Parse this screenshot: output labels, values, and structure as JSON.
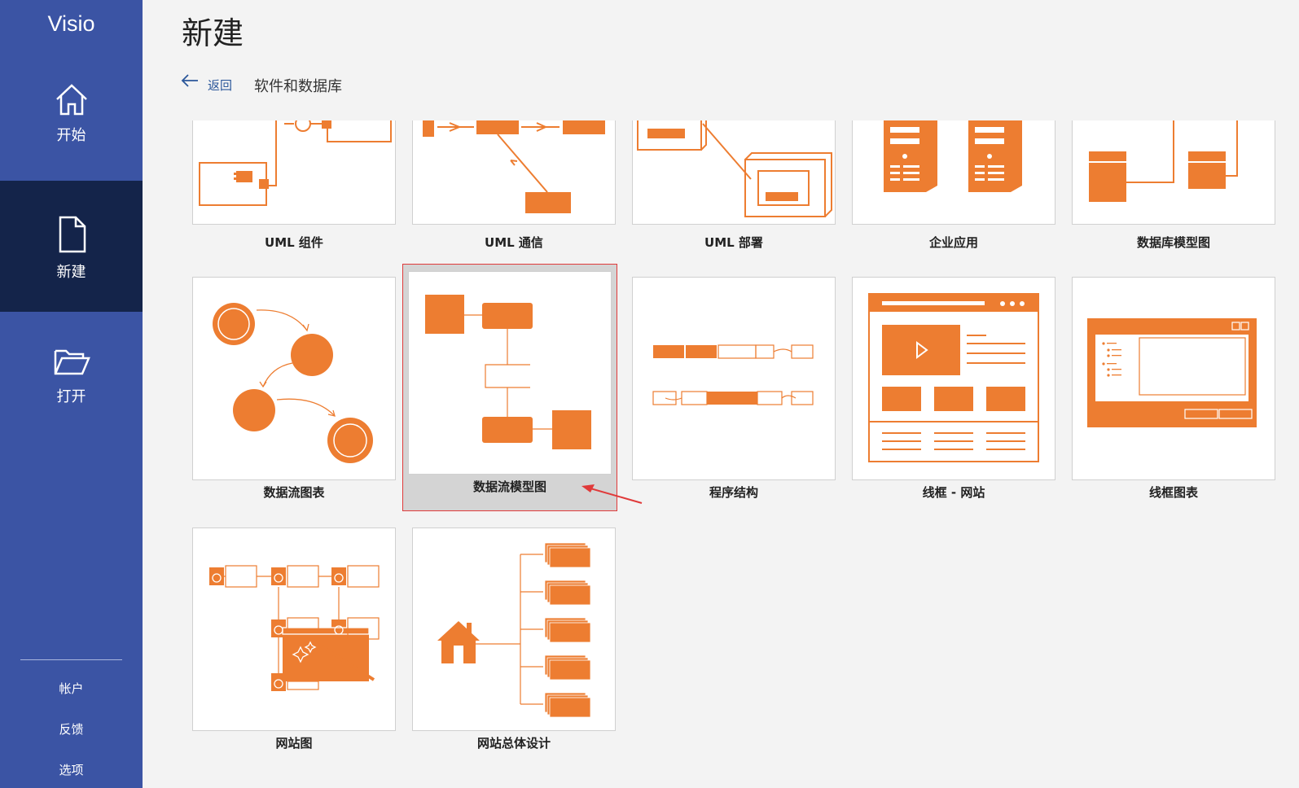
{
  "app": {
    "name": "Visio"
  },
  "sidebar": {
    "nav": [
      {
        "label": "开始",
        "icon": "home-icon"
      },
      {
        "label": "新建",
        "icon": "new-document-icon"
      },
      {
        "label": "打开",
        "icon": "folder-open-icon"
      }
    ],
    "footer": [
      {
        "label": "帐户"
      },
      {
        "label": "反馈"
      },
      {
        "label": "选项"
      }
    ]
  },
  "header": {
    "title": "新建",
    "back_label": "返回",
    "breadcrumb": "软件和数据库"
  },
  "templates": [
    {
      "label": "UML 组件"
    },
    {
      "label": "UML 通信"
    },
    {
      "label": "UML 部署"
    },
    {
      "label": "企业应用"
    },
    {
      "label": "数据库模型图"
    },
    {
      "label": "数据流图表"
    },
    {
      "label": "数据流模型图",
      "selected": true
    },
    {
      "label": "程序结构"
    },
    {
      "label": "线框 - 网站"
    },
    {
      "label": "线框图表"
    },
    {
      "label": "网站图"
    },
    {
      "label": "网站总体设计"
    }
  ],
  "colors": {
    "sidebar": "#3b54a4",
    "sidebar_active": "#14244a",
    "accent": "#ed7d31",
    "selection_border": "#e03a3a"
  }
}
